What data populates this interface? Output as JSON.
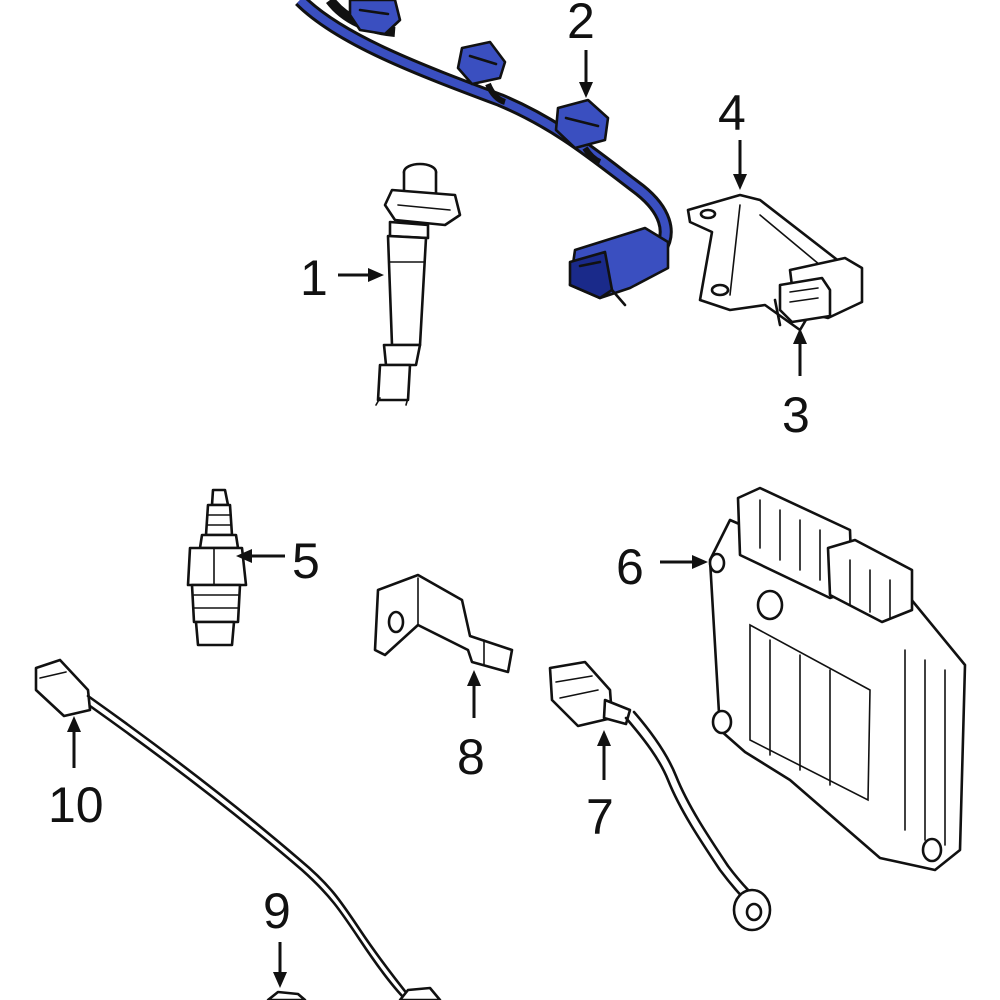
{
  "diagram": {
    "callouts": [
      {
        "id": "1",
        "label": "1"
      },
      {
        "id": "2",
        "label": "2"
      },
      {
        "id": "3",
        "label": "3"
      },
      {
        "id": "4",
        "label": "4"
      },
      {
        "id": "5",
        "label": "5"
      },
      {
        "id": "6",
        "label": "6"
      },
      {
        "id": "7",
        "label": "7"
      },
      {
        "id": "8",
        "label": "8"
      },
      {
        "id": "9",
        "label": "9"
      },
      {
        "id": "10",
        "label": "10"
      }
    ],
    "colors": {
      "highlight_fill": "#3a4fc0",
      "highlight_dark": "#1a2a8a",
      "line": "#111111",
      "background": "#ffffff"
    }
  }
}
